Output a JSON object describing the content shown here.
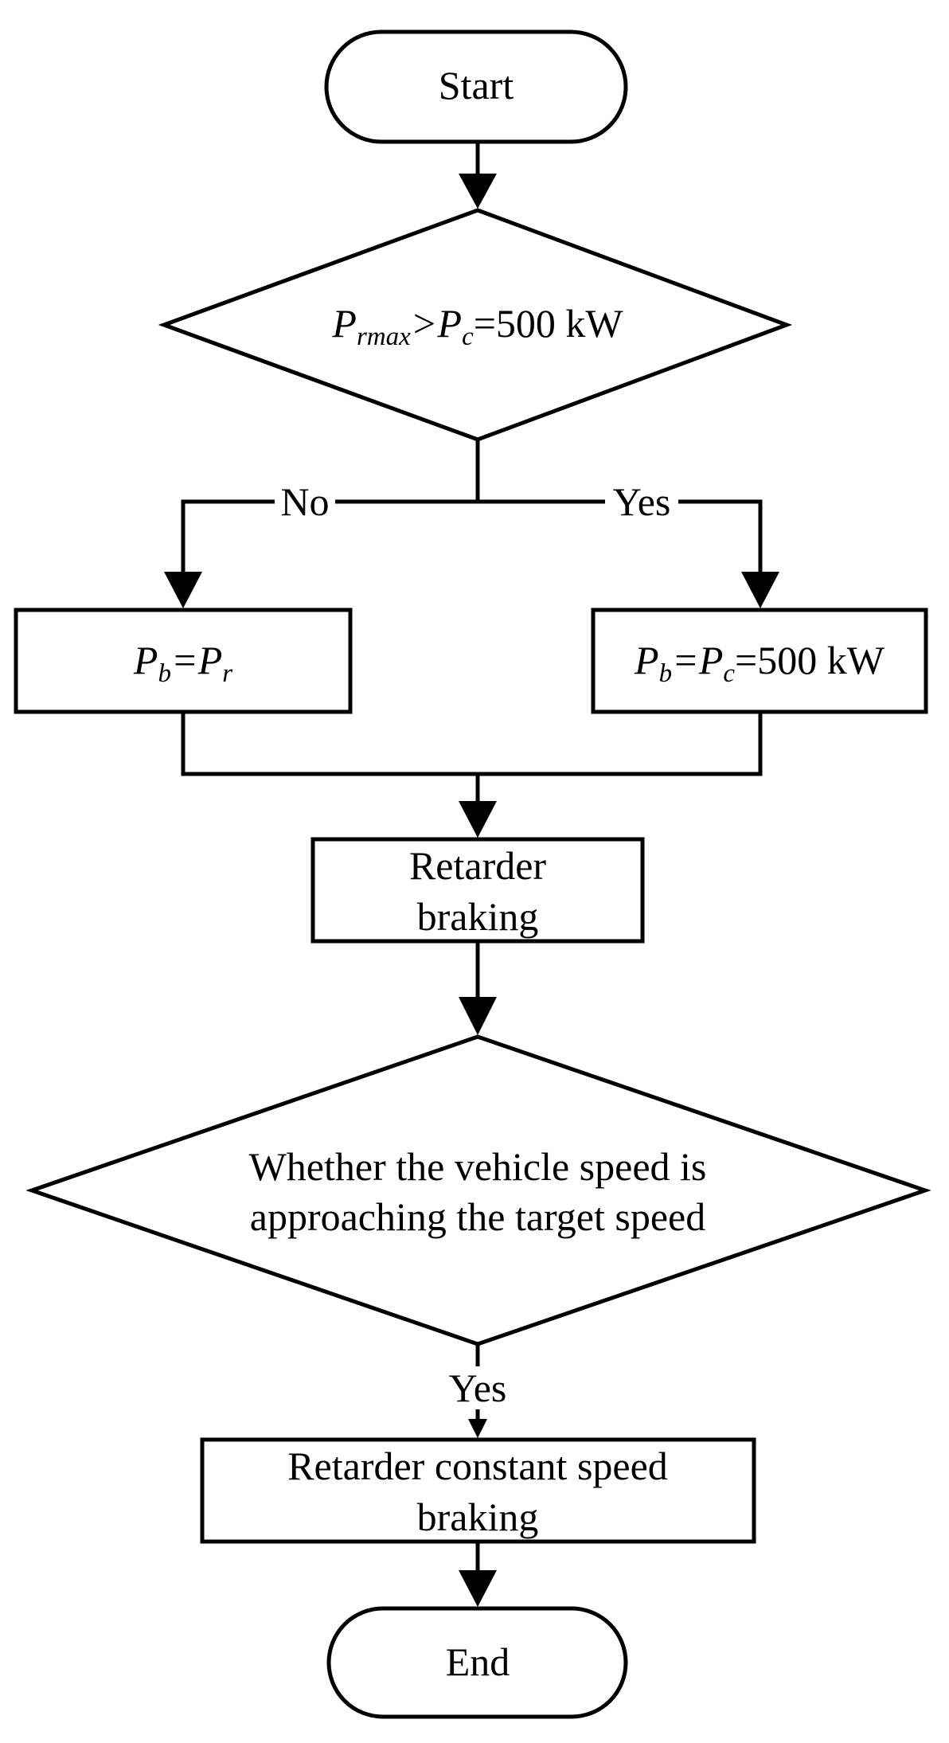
{
  "nodes": {
    "start": {
      "label": "Start"
    },
    "decision1": {
      "p": "P",
      "rmax": "rmax",
      "gt": ">",
      "p2": "P",
      "c": "c",
      "rest": "=500 kW"
    },
    "box_no": {
      "p": "P",
      "b": "b",
      "eq": "=",
      "p2": "P",
      "r": "r"
    },
    "box_yes": {
      "p": "P",
      "b": "b",
      "eq": "=",
      "p2": "P",
      "c": "c",
      "rest": "=500 kW"
    },
    "retarder_braking": {
      "line1": "Retarder",
      "line2": "braking"
    },
    "decision2": {
      "line1": "Whether the vehicle speed is",
      "line2": "approaching the target speed"
    },
    "constant_braking": {
      "line1": "Retarder constant speed",
      "line2": "braking"
    },
    "end": {
      "label": "End"
    }
  },
  "edges": {
    "no_label": "No",
    "yes_label": "Yes",
    "yes2_label": "Yes"
  }
}
